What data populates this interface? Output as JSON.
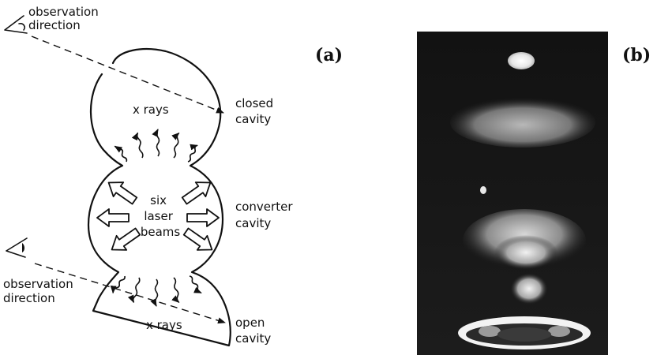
{
  "panel_a": {
    "label": "(a)",
    "observation_top": [
      "observation",
      "direction"
    ],
    "observation_bottom": [
      "observation",
      "direction"
    ],
    "x_rays_top": "x rays",
    "x_rays_bottom": "x rays",
    "center": [
      "six",
      "laser",
      "beams"
    ],
    "closed_cavity": [
      "closed",
      "cavity"
    ],
    "converter_cavity": [
      "converter",
      "cavity"
    ],
    "open_cavity": [
      "open",
      "cavity"
    ]
  },
  "panel_b": {
    "label": "(b)"
  }
}
